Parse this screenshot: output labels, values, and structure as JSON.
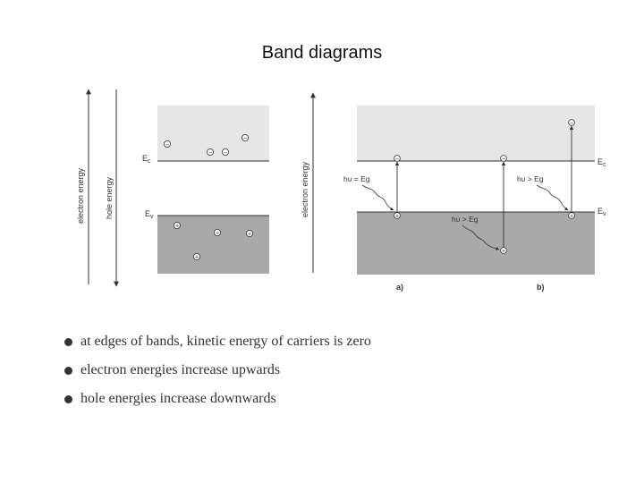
{
  "title": "Band diagrams",
  "left_panel": {
    "electron_energy_label": "electron energy",
    "hole_energy_label": "hole energy",
    "ec_label": "E",
    "ec_sub": "c",
    "ev_label": "E",
    "ev_sub": "v"
  },
  "right_panel": {
    "electron_energy_label": "electron energy",
    "ec_label": "E",
    "ec_sub": "c",
    "ev_label": "E",
    "ev_sub": "v",
    "transition_a_label": "hυ = Eg",
    "transition_mid_label": "hυ > Eg",
    "transition_b_label": "hυ > Eg",
    "caption_a": "a)",
    "caption_b": "b)"
  },
  "symbols": {
    "electron": "−",
    "hole": "+"
  },
  "bullets": [
    "at edges of bands, kinetic energy of carriers is zero",
    "electron energies increase upwards",
    "hole energies increase downwards"
  ],
  "colors": {
    "conduction_band": "#e6e6e6",
    "valence_band": "#a9a9a9",
    "line": "#333333"
  }
}
